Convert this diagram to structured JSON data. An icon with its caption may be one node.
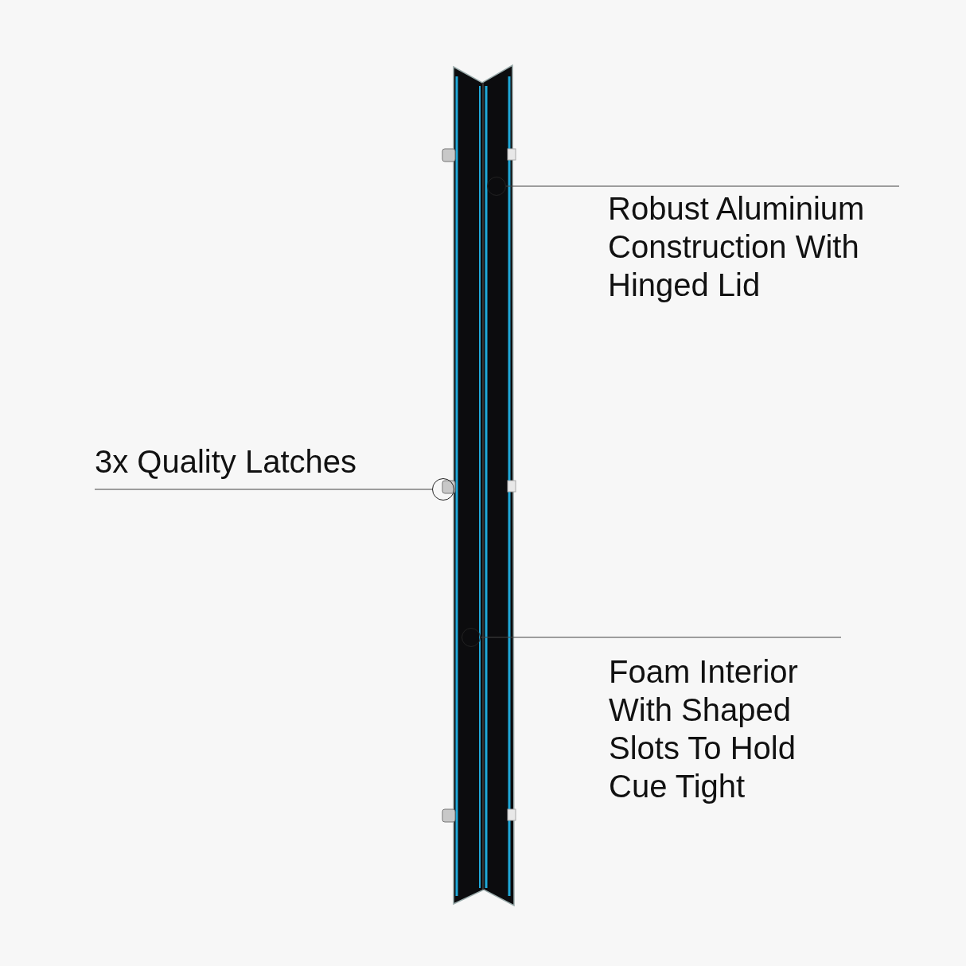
{
  "diagram": {
    "nodes": [
      {
        "text": [
          "Robust Aluminium Construction With Hinged Lid"
        ]
      },
      {
        "text": [],
        "shape": "circle"
      },
      {
        "text": [
          "3x Quality Latches"
        ]
      },
      {
        "text": [],
        "shape": "circle"
      },
      {
        "text": [
          "Foam Interior With Shaped Slots To Hold Cue Tight"
        ]
      },
      {
        "text": [],
        "shape": "circle"
      }
    ],
    "edges": [
      {
        "from": 0,
        "to": 1,
        "arrow": "none"
      },
      {
        "from": 2,
        "to": 3,
        "arrow": "none"
      },
      {
        "from": 4,
        "to": 5,
        "arrow": "none"
      }
    ]
  }
}
